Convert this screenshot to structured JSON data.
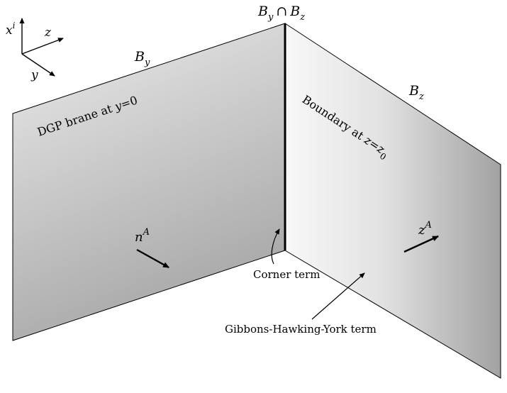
{
  "axes": {
    "vertical": "x",
    "vertical_sup": "i",
    "depth": "z",
    "horizontal": "y"
  },
  "labels": {
    "by": {
      "base": "B",
      "sub": "y"
    },
    "bz": {
      "base": "B",
      "sub": "z"
    },
    "intersection": {
      "left": "B",
      "left_sub": "y",
      "op": "∩",
      "right": "B",
      "right_sub": "z"
    },
    "dgp_brane": {
      "text": "DGP brane at ",
      "var": "y",
      "eq": "=0"
    },
    "boundary": {
      "text": "Boundary at ",
      "var": "z",
      "eq": "=",
      "var2": "z",
      "sub": "0"
    },
    "nA": {
      "base": "n",
      "sup": "A"
    },
    "zA": {
      "base": "z",
      "sup": "A"
    },
    "corner_term": "Corner term",
    "ghy_term": "Gibbons-Hawking-York term"
  },
  "colors": {
    "stroke": "#000000",
    "left_plane_light": "#e8e8e8",
    "left_plane_dark": "#a9a9a9",
    "right_plane_light": "#f7f7f7",
    "right_plane_dark": "#a4a4a4"
  }
}
